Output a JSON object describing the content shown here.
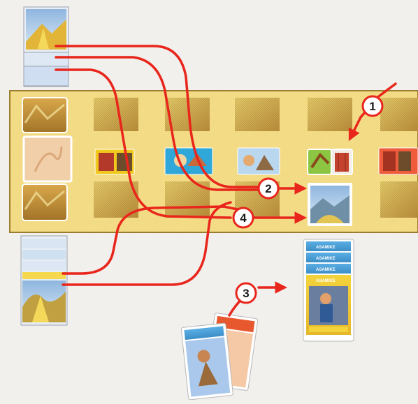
{
  "board": {
    "theme_color": "#f6df88",
    "border_color": "#9c7c2e",
    "columns": 6
  },
  "arrow_color": "#e8261c",
  "steps": [
    {
      "number": "1",
      "target": "market-column-5-center-tiles"
    },
    {
      "number": "2",
      "target": "market-column-5-bottom-tile"
    },
    {
      "number": "3",
      "target": "hand-card-stack"
    },
    {
      "number": "4",
      "target": "market-column-5-bottom-tile"
    }
  ],
  "hand_cards": {
    "labels": [
      "ASAMIKE",
      "ASAMIKE",
      "ASAMIKE",
      "ASAMIKE"
    ]
  },
  "icons": {
    "landscape": "mountain-landscape-icon",
    "wheat": "wheat-field-icon",
    "temple": "temple-icon",
    "figure": "figure-illustration-icon"
  }
}
